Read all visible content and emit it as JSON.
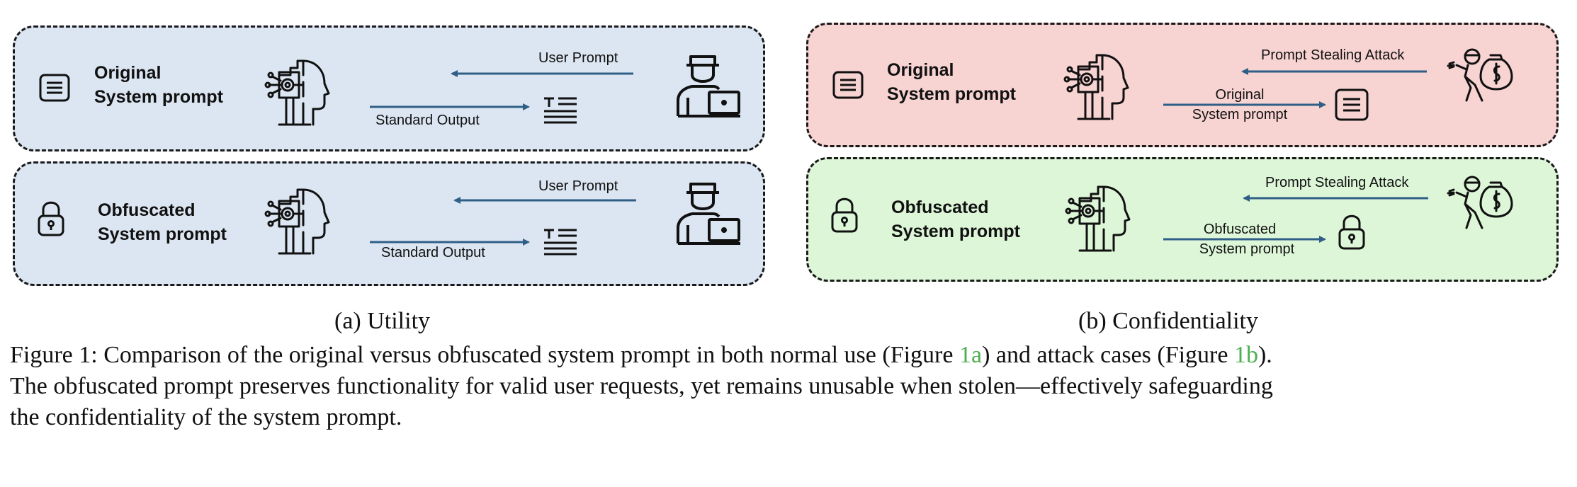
{
  "utility": {
    "top": {
      "title_line1": "Original",
      "title_line2": "System prompt",
      "incoming": "User Prompt",
      "outgoing": "Standard Output"
    },
    "bottom": {
      "title_line1": "Obfuscated",
      "title_line2": "System prompt",
      "incoming": "User Prompt",
      "outgoing": "Standard Output"
    },
    "caption": "(a) Utility"
  },
  "confidentiality": {
    "top": {
      "title_line1": "Original",
      "title_line2": "System prompt",
      "incoming": "Prompt Stealing Attack",
      "outgoing_line1": "Original",
      "outgoing_line2": "System prompt"
    },
    "bottom": {
      "title_line1": "Obfuscated",
      "title_line2": "System prompt",
      "incoming": "Prompt Stealing Attack",
      "outgoing_line1": "Obfuscated",
      "outgoing_line2": "System prompt"
    },
    "caption": "(b) Confidentiality"
  },
  "figure_caption": {
    "line1_a": "Figure 1: Comparison of the original versus obfuscated system prompt in both normal use (Figure ",
    "ref_a": "1a",
    "line1_b": ") and attack cases (Figure ",
    "ref_b": "1b",
    "line1_c": ").",
    "line2": "The obfuscated prompt preserves functionality for valid user requests, yet remains unusable when stolen—effectively safeguarding",
    "line3": "the confidentiality of the system prompt."
  },
  "colors": {
    "arrow": "#2f5f86",
    "utility_bg": "#dce6f2",
    "original_attack_bg": "#f7d3d2",
    "obfuscated_attack_bg": "#ddf6d8",
    "reference_link": "#4caf50"
  },
  "icons": [
    "document-icon",
    "lock-icon",
    "ai-head-icon",
    "user-laptop-icon",
    "text-output-icon",
    "thief-icon"
  ]
}
